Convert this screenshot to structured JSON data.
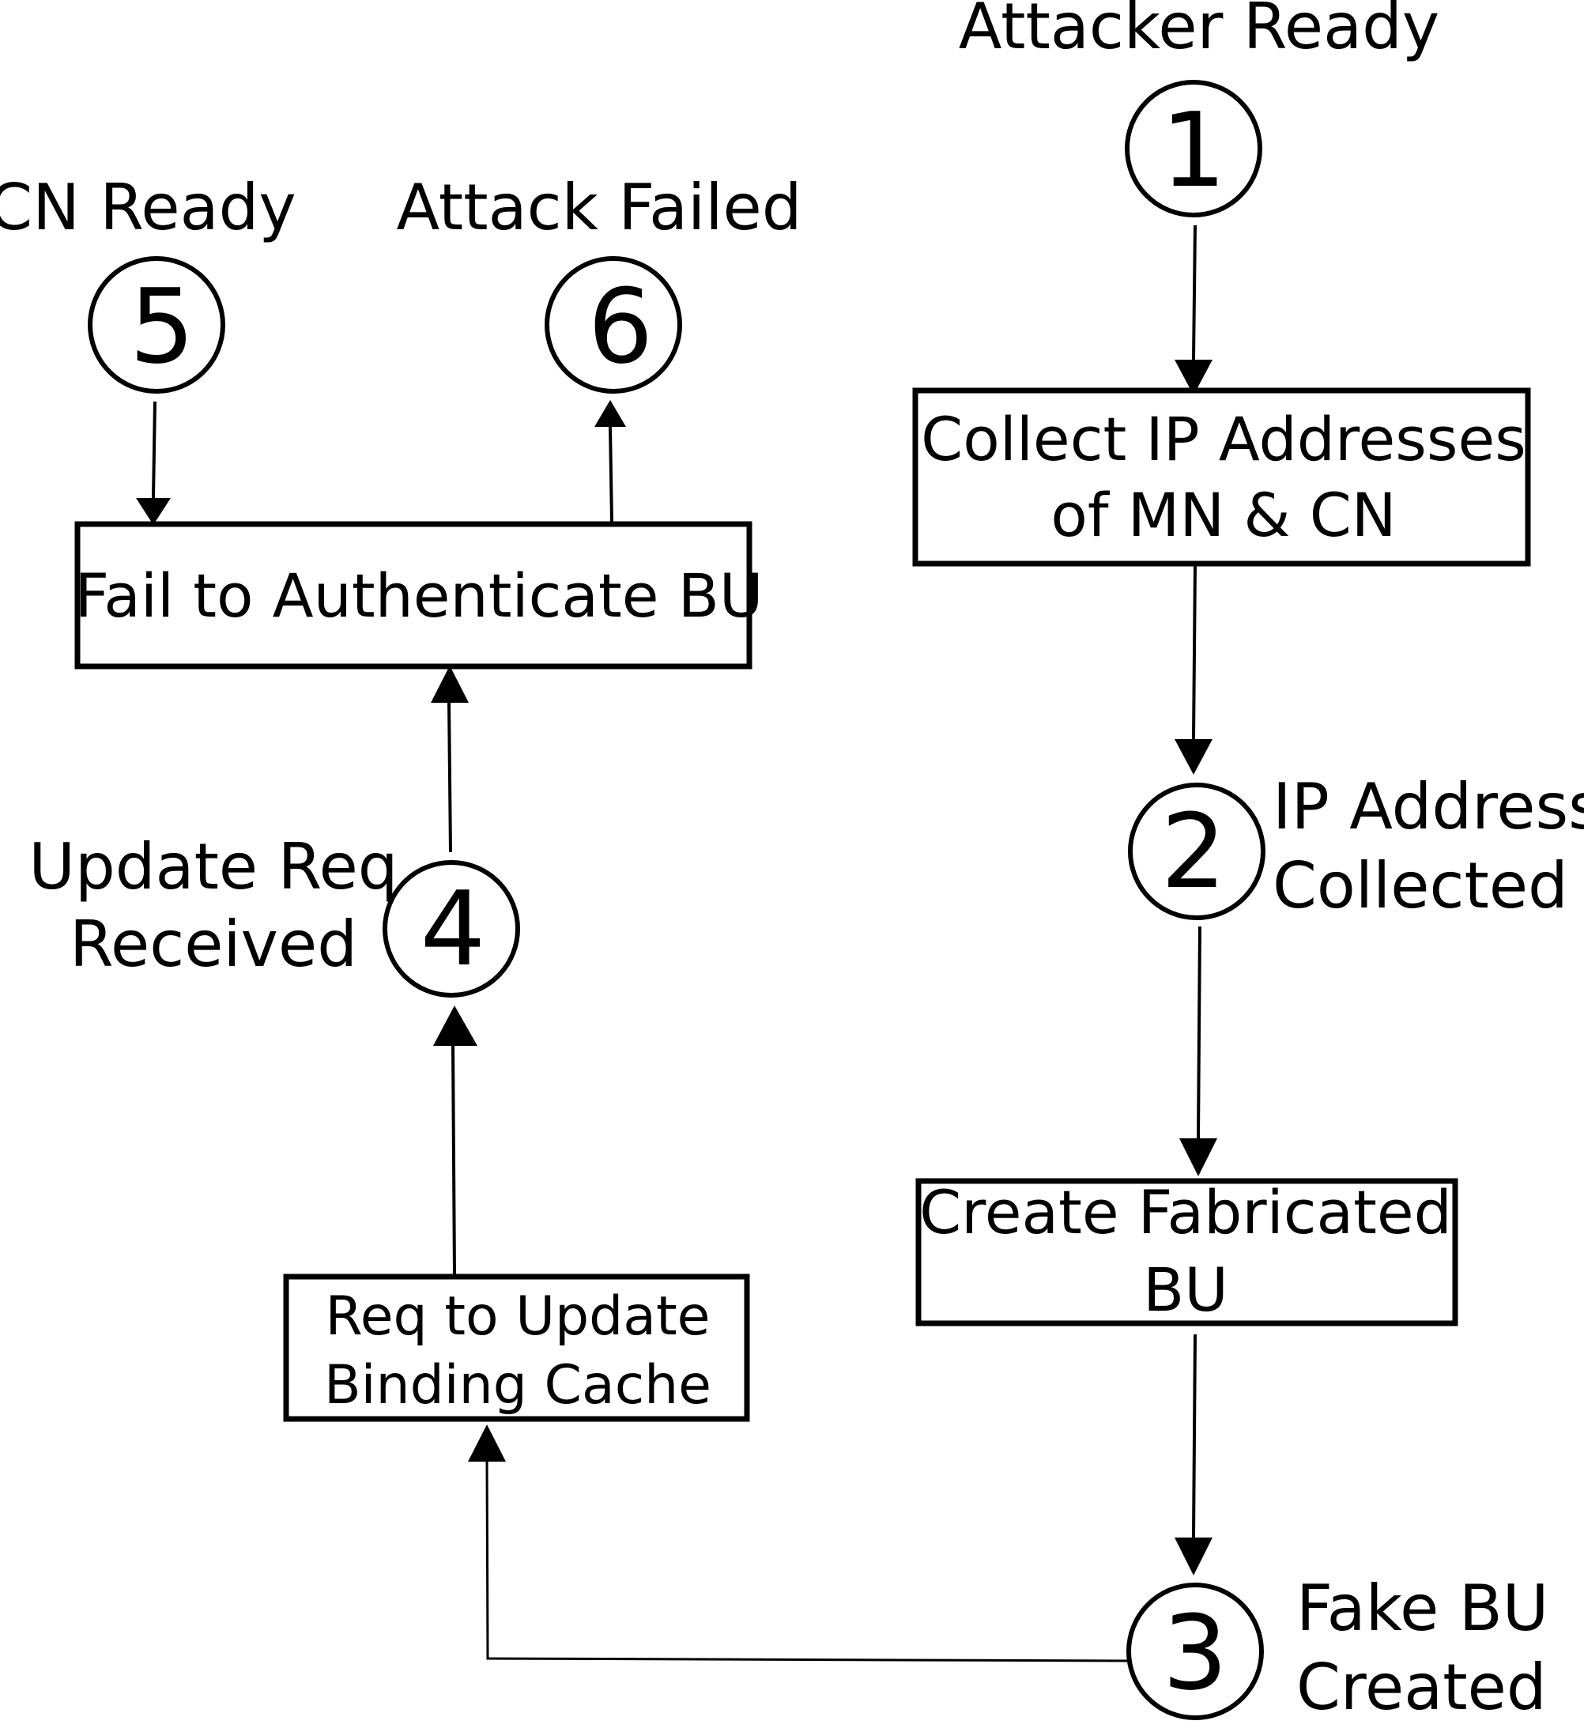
{
  "states": [
    {
      "id": "s1",
      "number": "1",
      "label": [
        "Attacker Ready"
      ]
    },
    {
      "id": "s2",
      "number": "2",
      "label": [
        "IP Address",
        "Collected"
      ]
    },
    {
      "id": "s3",
      "number": "3",
      "label": [
        "Fake BU",
        "Created"
      ]
    },
    {
      "id": "s4",
      "number": "4",
      "label": [
        "Update Req",
        "Received"
      ]
    },
    {
      "id": "s5",
      "number": "5",
      "label": [
        "CN Ready"
      ]
    },
    {
      "id": "s6",
      "number": "6",
      "label": [
        "Attack Failed"
      ]
    }
  ],
  "transitions": [
    {
      "id": "t1",
      "label": [
        "Collect IP Addresses",
        "of MN & CN"
      ]
    },
    {
      "id": "t2",
      "label": [
        "Create Fabricated",
        "BU"
      ]
    },
    {
      "id": "t3",
      "label": [
        "Req to Update",
        "Binding Cache"
      ]
    },
    {
      "id": "t4",
      "label": [
        "Fail to Authenticate BU"
      ]
    }
  ],
  "colors": {
    "stroke": "#000000",
    "background": "#ffffff"
  }
}
